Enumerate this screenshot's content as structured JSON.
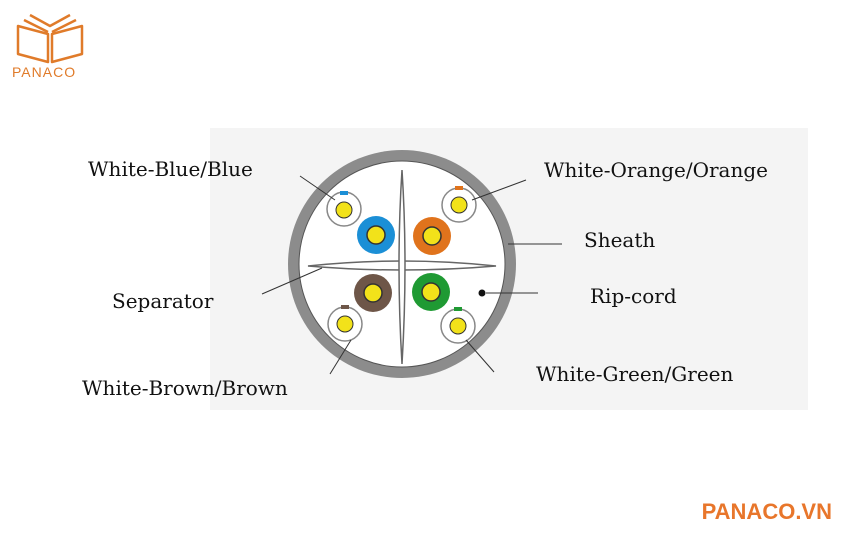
{
  "logo": {
    "text": "PANACO",
    "icon": "open-book-icon",
    "color": "#e07b2a"
  },
  "footer": {
    "brand": "PANACO.VN",
    "color": "#e8762b"
  },
  "labels": {
    "white_blue": "White-Blue/Blue",
    "white_orange": "White-Orange/Orange",
    "sheath": "Sheath",
    "separator": "Separator",
    "rip_cord": "Rip-cord",
    "white_brown": "White-Brown/Brown",
    "white_green": "White-Green/Green"
  },
  "colors": {
    "sheath": "#8c8c8c",
    "conductor": "#f2e21a",
    "blue": "#1b8fd6",
    "orange": "#e0731c",
    "brown": "#6e5648",
    "green": "#1f9a33"
  }
}
